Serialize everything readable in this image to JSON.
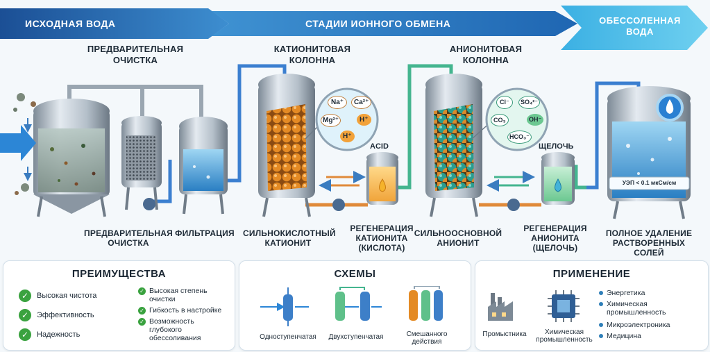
{
  "header": {
    "source_water": "ИСХОДНАЯ ВОДА",
    "stages": "СТАДИИ ИОННОГО ОБМЕНА",
    "demineralized_line1": "ОБЕССОЛЕННАЯ",
    "demineralized_line2": "ВОДА"
  },
  "top_labels": {
    "pretreatment_line1": "ПРЕДВАРИТЕЛЬНАЯ",
    "pretreatment_line2": "ОЧИСТКА",
    "cation_col_line1": "КАТИОНИТОВАЯ",
    "cation_col_line2": "КОЛОННА",
    "anion_col_line1": "АНИОНИТОВАЯ",
    "anion_col_line2": "КОЛОННА"
  },
  "bottom_labels": {
    "pretreat_line1": "ПРЕДВАРИТЕЛЬНАЯ",
    "pretreat_line2": "ОЧИСТКА",
    "filtration": "ФИЛЬТРАЦИЯ",
    "strong_acid_line1": "СИЛЬНОКИСЛОТНЫЙ",
    "strong_acid_line2": "КАТИОНИТ",
    "regen_cat_line1": "РЕГЕНЕРАЦИЯ",
    "regen_cat_line2": "КАТИОНИТА",
    "regen_cat_line3": "(КИСЛОТА)",
    "strong_base_line1": "СИЛЬНООСНОВНОЙ",
    "strong_base_line2": "АНИОНИТ",
    "regen_an_line1": "РЕГЕНЕРАЦИЯ",
    "regen_an_line2": "АНИОНИТА",
    "regen_an_line3": "(ЩЕЛОЧЬ)",
    "full_removal_line1": "ПОЛНОЕ УДАЛЕНИЕ",
    "full_removal_line2": "РАСТВОРЕННЫХ СОЛЕЙ"
  },
  "tank_labels": {
    "acid": "ACID",
    "alkali": "ЩЕЛОЧЬ",
    "conductivity": "УЭП < 0.1 мкСм/см"
  },
  "ions_cation": [
    "Na⁺",
    "Ca²⁺",
    "Mg²⁺",
    "H⁺",
    "H⁺"
  ],
  "ions_anion": [
    "Cl⁻",
    "SO₄²⁻",
    "CO₃",
    "OH⁻",
    "HCO₃⁻"
  ],
  "advantages": {
    "title": "ПРЕИМУЩЕСТВА",
    "left": [
      "Высокая чистота",
      "Эффективность",
      "Надежность"
    ],
    "right_1_line1": "Высокая степень",
    "right_1_line2": "очистки",
    "right_2": "Гибкость в настройке",
    "right_3_line1": "Возможность",
    "right_3_line2": "глубокого",
    "right_3_line3": "обессоливания"
  },
  "schemes": {
    "title": "СХЕМЫ",
    "single": "Одноступенчатая",
    "double": "Двухступенчатая",
    "mixed_line1": "Смешанного",
    "mixed_line2": "действия"
  },
  "application": {
    "title": "ПРИМЕНЕНИЕ",
    "industry": "Промыстника",
    "chem_line1": "Химическая",
    "chem_line2": "промышленность",
    "list_1": "Энергетика",
    "list_2_line1": "Химическая",
    "list_2_line2": "промышленность",
    "list_3": "Микроэлектроника",
    "list_4": "Медицина"
  },
  "colors": {
    "blue_dark": "#1f5fa8",
    "blue_light": "#4fb6e3",
    "cation_bead": "#e48a24",
    "anion_bead": "#2a9d8f",
    "check_green": "#3aa23f"
  }
}
